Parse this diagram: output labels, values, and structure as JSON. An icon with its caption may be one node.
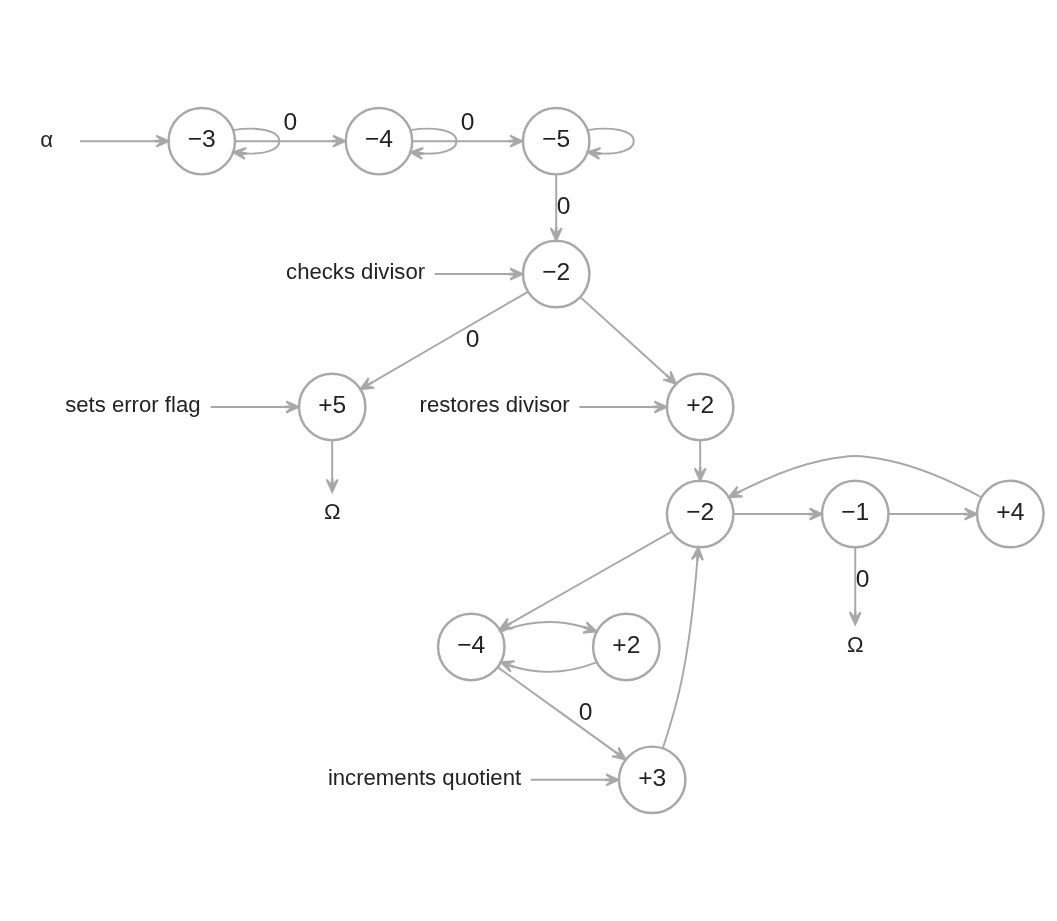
{
  "diagram": {
    "nodes": [
      {
        "text": [
          "α"
        ]
      },
      {
        "text": [
          "−3"
        ]
      },
      {
        "text": [
          "−4"
        ]
      },
      {
        "text": [
          "−5"
        ]
      },
      {
        "text": [
          "−2"
        ]
      },
      {
        "text": [
          "checks divisor"
        ]
      },
      {
        "text": [
          "sets error flag"
        ]
      },
      {
        "text": [
          "+5"
        ]
      },
      {
        "text": [
          "+2"
        ]
      },
      {
        "text": [
          "restores divisor"
        ]
      },
      {
        "text": [
          "Ω"
        ]
      },
      {
        "text": [
          "−2"
        ]
      },
      {
        "text": [
          "−1"
        ]
      },
      {
        "text": [
          "+4"
        ]
      },
      {
        "text": [
          "Ω"
        ]
      },
      {
        "text": [
          "−4"
        ]
      },
      {
        "text": [
          "+2"
        ]
      },
      {
        "text": [
          "+3"
        ]
      },
      {
        "text": [
          "increments quotient"
        ]
      }
    ],
    "edges": [
      {
        "from": 0,
        "to": 1,
        "arrow": "to"
      },
      {
        "from": 1,
        "to": 1,
        "arrow": "to"
      },
      {
        "from": 1,
        "to": 2,
        "arrow": "to",
        "label": "0"
      },
      {
        "from": 2,
        "to": 2,
        "arrow": "to"
      },
      {
        "from": 2,
        "to": 3,
        "arrow": "to",
        "label": "0"
      },
      {
        "from": 3,
        "to": 3,
        "arrow": "to"
      },
      {
        "from": 3,
        "to": 4,
        "arrow": "to",
        "label": "0"
      },
      {
        "from": 5,
        "to": 4,
        "arrow": "to"
      },
      {
        "from": 4,
        "to": 7,
        "arrow": "to",
        "label": "0"
      },
      {
        "from": 4,
        "to": 8,
        "arrow": "to"
      },
      {
        "from": 6,
        "to": 7,
        "arrow": "to"
      },
      {
        "from": 9,
        "to": 8,
        "arrow": "to"
      },
      {
        "from": 7,
        "to": 10,
        "arrow": "to"
      },
      {
        "from": 8,
        "to": 11,
        "arrow": "to"
      },
      {
        "from": 13,
        "to": 11,
        "arrow": "to"
      },
      {
        "from": 11,
        "to": 12,
        "arrow": "to"
      },
      {
        "from": 12,
        "to": 13,
        "arrow": "to"
      },
      {
        "from": 12,
        "to": 14,
        "arrow": "to",
        "label": "0"
      },
      {
        "from": 11,
        "to": 15,
        "arrow": "to"
      },
      {
        "from": 16,
        "to": 15,
        "arrow": "to"
      },
      {
        "from": 15,
        "to": 16,
        "arrow": "to"
      },
      {
        "from": 15,
        "to": 17,
        "arrow": "to",
        "label": "0"
      },
      {
        "from": 17,
        "to": 11,
        "arrow": "to"
      },
      {
        "from": 18,
        "to": 17,
        "arrow": "to"
      }
    ]
  }
}
